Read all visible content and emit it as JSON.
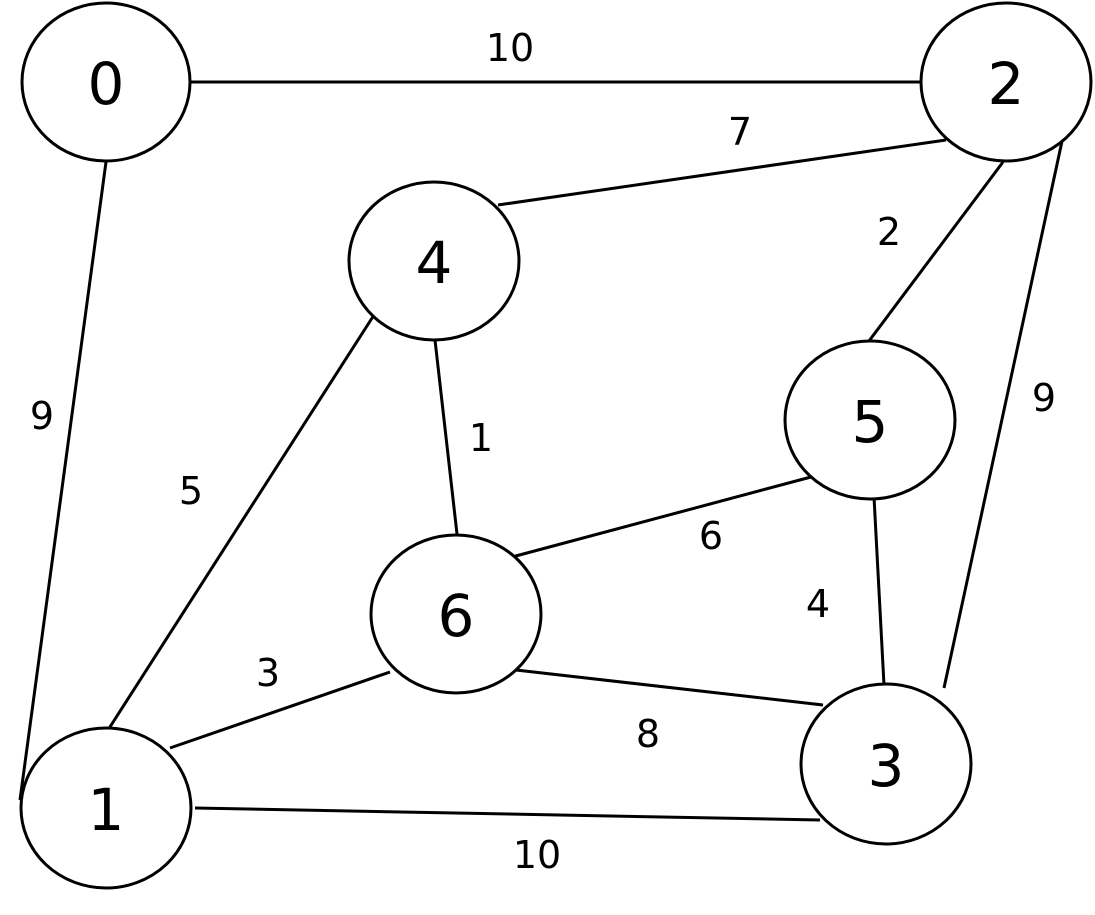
{
  "graph": {
    "nodes": [
      {
        "id": "0",
        "label": "0"
      },
      {
        "id": "1",
        "label": "1"
      },
      {
        "id": "2",
        "label": "2"
      },
      {
        "id": "3",
        "label": "3"
      },
      {
        "id": "4",
        "label": "4"
      },
      {
        "id": "5",
        "label": "5"
      },
      {
        "id": "6",
        "label": "6"
      }
    ],
    "edges": [
      {
        "from": "0",
        "to": "2",
        "weight": "10"
      },
      {
        "from": "0",
        "to": "1",
        "weight": "9"
      },
      {
        "from": "2",
        "to": "4",
        "weight": "7"
      },
      {
        "from": "2",
        "to": "5",
        "weight": "2"
      },
      {
        "from": "2",
        "to": "3",
        "weight": "9"
      },
      {
        "from": "4",
        "to": "1",
        "weight": "5"
      },
      {
        "from": "4",
        "to": "6",
        "weight": "1"
      },
      {
        "from": "6",
        "to": "5",
        "weight": "6"
      },
      {
        "from": "5",
        "to": "3",
        "weight": "4"
      },
      {
        "from": "1",
        "to": "6",
        "weight": "3"
      },
      {
        "from": "6",
        "to": "3",
        "weight": "8"
      },
      {
        "from": "1",
        "to": "3",
        "weight": "10"
      }
    ]
  }
}
